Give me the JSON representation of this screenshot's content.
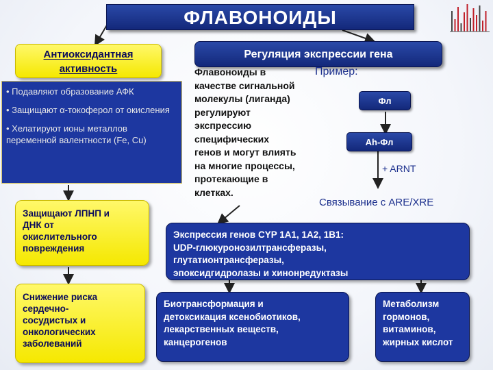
{
  "title": "ФЛАВОНОИДЫ",
  "antioxidant": {
    "header": "Антиоксидантная\nактивность",
    "bullets": [
      "• Подавляют образование АФК",
      "• Защищают α-токоферол от окисления",
      "• Хелатируют ионы металлов переменной валентности (Fe, Cu)"
    ],
    "ldl_box": "Защищают ЛПНП и\nДНК от\nокислительного\nповреждения",
    "risk_box": "Снижение риска\nсердечно-\nсосудистых и\nонкологических\nзаболеваний"
  },
  "regulation": {
    "header": "Регуляция экспрессии гена",
    "description": "Флавоноиды в\nкачестве сигнальной\nмолекулы (лиганда)\nрегулируют\nэкспрессию\nспецифических\nгенов и могут влиять\nна многие процессы,\nпротекающие в\nклетках.",
    "example_label": "Пример:",
    "fl_label": "Фл",
    "ahfl_label": "Ah-Фл",
    "arnt_label": "+ ARNT",
    "binding_label": "Связывание с ARE/XRE",
    "expression_box": "Экспрессия генов CYP 1A1, 1A2, 1B1:\nUDP-глюкуронозилтрансферазы,\nглутатионтрансферазы,\nэпоксидгидролазы и хинонредуктазы",
    "biotransformation_box": "Биотрансформация и\nдетоксикация ксенобиотиков,\nлекарственных веществ,\nканцерогенов",
    "metabolism_box": "Метаболизм\nгормонов,\nвитаминов,\nжирных кислот"
  },
  "colors": {
    "dark_blue": "#13287a",
    "yellow": "#f5e800",
    "text_navy": "#1a2e8c"
  }
}
